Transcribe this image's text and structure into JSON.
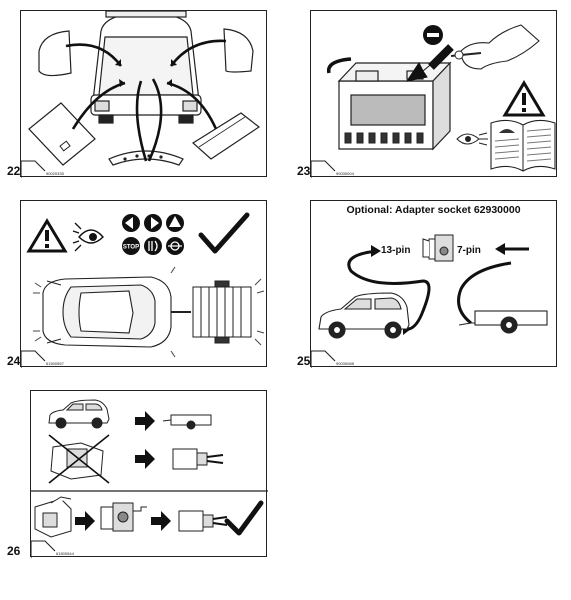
{
  "figures": [
    {
      "number": "22",
      "code": "90020335"
    },
    {
      "number": "23",
      "code": "90030004"
    },
    {
      "number": "24",
      "code": "61500557"
    },
    {
      "number": "25",
      "code": "90030088",
      "title": "Optional: Adapter socket 62930000",
      "pin13": "13-pin",
      "pin7": "7-pin"
    },
    {
      "number": "26",
      "code": "61500544"
    }
  ],
  "icons": {
    "minus": "−",
    "stop": "STOP",
    "manual_label": "Manuals"
  }
}
